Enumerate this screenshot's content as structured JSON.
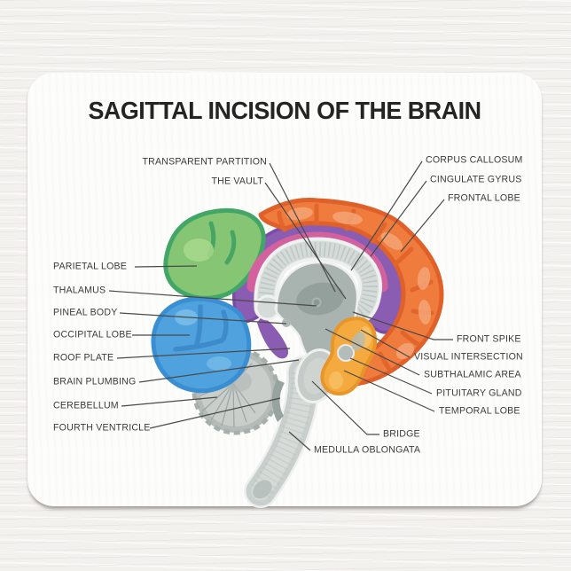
{
  "title": "SAGITTAL INCISION OF THE BRAIN",
  "diagram": {
    "labels": [
      {
        "id": "transparent-partition",
        "text": "TRANSPARENT PARTITION"
      },
      {
        "id": "the-vault",
        "text": "THE VAULT"
      },
      {
        "id": "corpus-callosum",
        "text": "CORPUS CALLOSUM"
      },
      {
        "id": "cingulate-gyrus",
        "text": "CINGULATE GYRUS"
      },
      {
        "id": "frontal-lobe",
        "text": "FRONTAL LOBE"
      },
      {
        "id": "parietal-lobe",
        "text": "PARIETAL LOBE"
      },
      {
        "id": "thalamus",
        "text": "THALAMUS"
      },
      {
        "id": "pineal-body",
        "text": "PINEAL BODY"
      },
      {
        "id": "occipital-lobe",
        "text": "OCCIPITAL LOBE"
      },
      {
        "id": "roof-plate",
        "text": "ROOF PLATE"
      },
      {
        "id": "brain-plumbing",
        "text": "BRAIN PLUMBING"
      },
      {
        "id": "cerebellum",
        "text": "CEREBELLUM"
      },
      {
        "id": "fourth-ventricle",
        "text": "FOURTH VENTRICLE"
      },
      {
        "id": "front-spike",
        "text": "FRONT SPIKE"
      },
      {
        "id": "visual-intersection",
        "text": "VISUAL INTERSECTION"
      },
      {
        "id": "subthalamic-area",
        "text": "SUBTHALAMIC AREA"
      },
      {
        "id": "pituitary-gland",
        "text": "PITUITARY GLAND"
      },
      {
        "id": "temporal-lobe",
        "text": "TEMPORAL LOBE"
      },
      {
        "id": "bridge",
        "text": "BRIDGE"
      },
      {
        "id": "medulla-oblongata",
        "text": "MEDULLA OBLONGATA"
      }
    ]
  },
  "colors": {
    "background": "#f3f1ee",
    "mousepad": "#fdfdfc",
    "title_text": "#242424",
    "label_text": "#3c3c3c",
    "leader_line": "#4a4a48",
    "frontal_lobe": "#ef7b3d",
    "frontal_outline": "#e0602a",
    "parietal_lobe": "#86c574",
    "parietal_outline": "#42a766",
    "occipital_lobe": "#4fa2de",
    "occipital_outline": "#3a8ed2",
    "cingulate_gyrus": "#8a5cb2",
    "cingulate_inner": "#d2619e",
    "temporal_lobe": "#f4aa3e",
    "temporal_outline": "#e79729",
    "corpus_callosum": "#d5dbd8",
    "inner_gray": "#a9b3af",
    "cerebellum": "#c9cecb",
    "brainstem": "#c9cfcc"
  }
}
